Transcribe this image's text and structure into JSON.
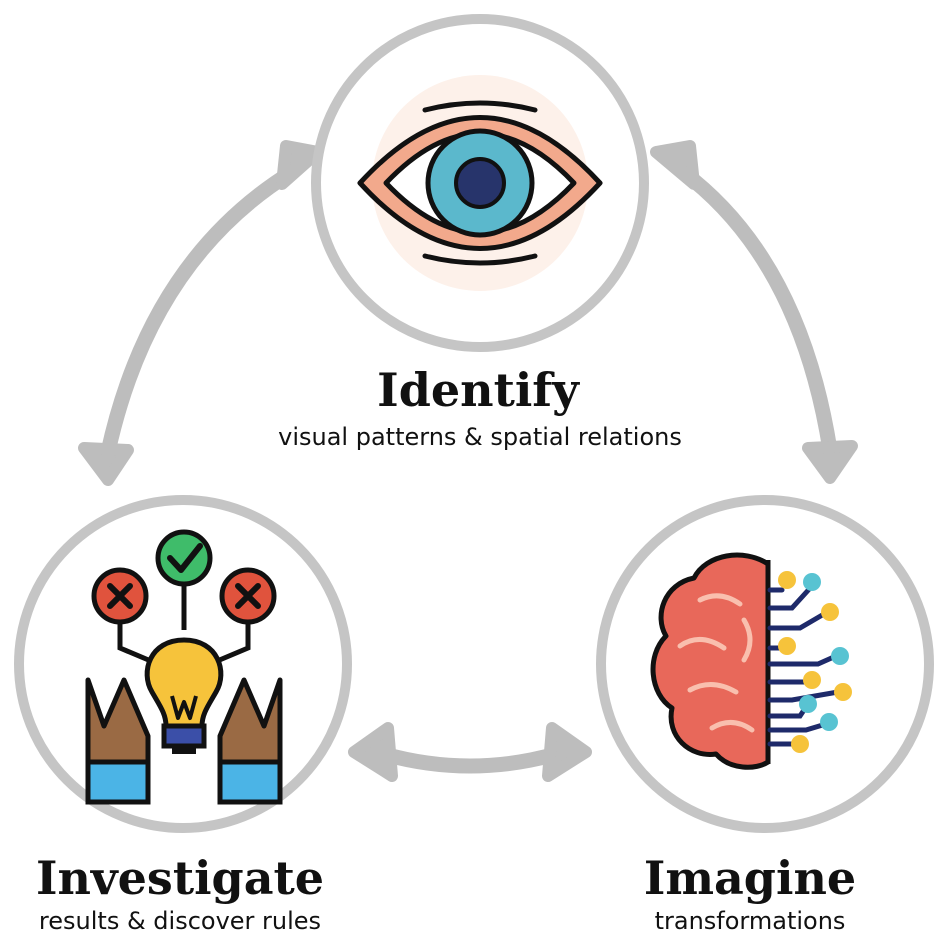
{
  "nodes": {
    "identify": {
      "title": "Identify",
      "subtitle": "visual patterns & spatial relations",
      "icon": "eye-icon"
    },
    "investigate": {
      "title": "Investigate",
      "subtitle": "results & discover rules",
      "icon": "lightbulb-hands-icon"
    },
    "imagine": {
      "title": "Imagine",
      "subtitle": "transformations",
      "icon": "brain-circuit-icon"
    }
  },
  "edges": [
    {
      "from": "identify",
      "to": "investigate",
      "style": "double-headed"
    },
    {
      "from": "identify",
      "to": "imagine",
      "style": "double-headed"
    },
    {
      "from": "investigate",
      "to": "imagine",
      "style": "double-headed"
    }
  ],
  "colors": {
    "ring": "#c5c5c5",
    "arrow": "#bdbdbd",
    "outline": "#111111",
    "eye_outer": "#f2a98c",
    "eye_iris": "#5bb8cc",
    "eye_pupil": "#27346b",
    "red": "#e0533d",
    "green": "#3fbc6a",
    "bulb": "#f6c33b",
    "bulb_base": "#3b4fa8",
    "sleeve": "#9a6a44",
    "cuff": "#4bb4e6",
    "brain": "#e8685a",
    "node_yellow": "#f6c33b",
    "node_teal": "#58c3d2",
    "wire": "#1e2a6a"
  }
}
